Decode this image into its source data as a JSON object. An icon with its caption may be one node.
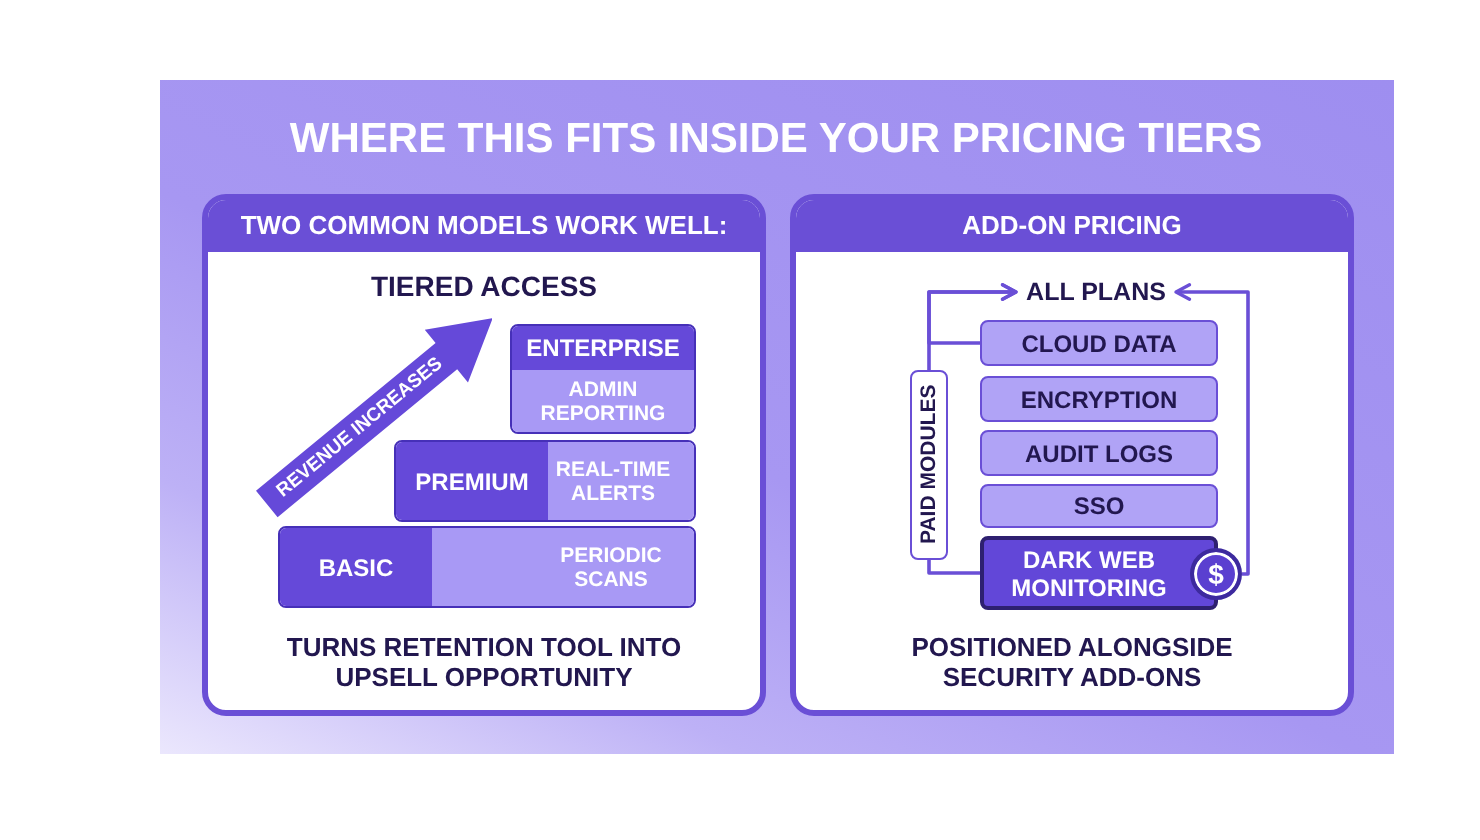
{
  "diagram": {
    "title": "WHERE THIS FITS INSIDE YOUR PRICING TIERS",
    "nodes": [
      {
        "text": [
          "TWO COMMON MODELS WORK WELL:",
          "TIERED ACCESS",
          "TURNS RETENTION TOOL INTO UPSELL OPPORTUNITY"
        ]
      },
      {
        "text": [
          "ENTERPRISE",
          "ADMIN REPORTING"
        ],
        "in": 0
      },
      {
        "text": [
          "PREMIUM",
          "REAL-TIME ALERTS"
        ],
        "in": 0
      },
      {
        "text": [
          "BASIC",
          "PERIODIC SCANS"
        ],
        "in": 0
      },
      {
        "text": [
          "ADD-ON PRICING",
          "POSITIONED ALONGSIDE SECURITY ADD-ONS"
        ]
      },
      {
        "text": [
          "ALL PLANS"
        ],
        "in": 4
      },
      {
        "text": [
          "PAID MODULES"
        ],
        "in": 4
      },
      {
        "text": [
          "CLOUD DATA"
        ],
        "in": 4
      },
      {
        "text": [
          "ENCRYPTION"
        ],
        "in": 4
      },
      {
        "text": [
          "AUDIT LOGS"
        ],
        "in": 4
      },
      {
        "text": [
          "SSO"
        ],
        "in": 4
      },
      {
        "text": [
          "DARK WEB MONITORING"
        ],
        "in": 4
      },
      {
        "text": [
          "$"
        ],
        "in": 4
      }
    ],
    "edges": [
      {
        "from": 6,
        "to": 5,
        "arrow": "to"
      },
      {
        "from": 7,
        "to": 5,
        "arrow": "to"
      },
      {
        "from": 11,
        "to": 6,
        "arrow": "none"
      },
      {
        "from": 12,
        "to": 5,
        "arrow": "to"
      }
    ],
    "labels": [
      "REVENUE INCREASES"
    ]
  }
}
